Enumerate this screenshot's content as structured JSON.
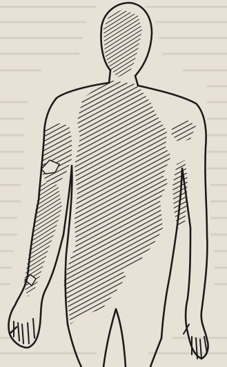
{
  "figure": {
    "colors": {
      "paper": "#e8e2d6",
      "ink": "#1b1b1b",
      "bleed_through_text": "#c8c0b2"
    },
    "hatching": "diagonal-lines",
    "shaded_regions": [
      "head-face",
      "trunk-center-and-left-side",
      "right-upper-arm",
      "right-forearm",
      "left-shoulder-patch",
      "left-upper-arm-strip"
    ]
  }
}
